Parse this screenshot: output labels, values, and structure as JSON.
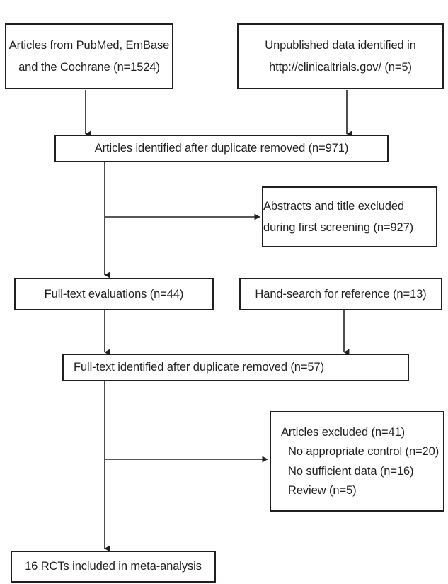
{
  "diagram": {
    "type": "prisma-flow-diagram",
    "title": "",
    "colors": {
      "box_border": "#231f20",
      "connector": "#231f20",
      "background": "#ffffff",
      "text": "#231f20"
    },
    "nodes": [
      {
        "id": "sources-databases",
        "name": "box-articles-from-databases",
        "lines": [
          "Articles from PubMed, EmBase",
          "and the Cochrane (n=1524)"
        ],
        "count": 1524,
        "align": "center"
      },
      {
        "id": "sources-unpublished",
        "name": "box-unpublished-data",
        "lines": [
          "Unpublished data identified in",
          "http://clinicaltrials.gov/ (n=5)"
        ],
        "count": 5,
        "align": "center"
      },
      {
        "id": "deduplicated-articles",
        "name": "box-articles-after-duplicate-removed",
        "lines": [
          "Articles identified after duplicate removed (n=971)"
        ],
        "count": 971,
        "align": "center"
      },
      {
        "id": "screening-excluded",
        "name": "box-abstracts-and-title-excluded",
        "lines": [
          "Abstracts and title excluded",
          "during first screening (n=927)"
        ],
        "count": 927,
        "align": "left"
      },
      {
        "id": "fulltext-evaluations",
        "name": "box-full-text-evaluations",
        "lines": [
          "Full-text evaluations (n=44)"
        ],
        "count": 44,
        "align": "center"
      },
      {
        "id": "hand-search",
        "name": "box-hand-search-for-reference",
        "lines": [
          "Hand-search for reference (n=13)"
        ],
        "count": 13,
        "align": "center"
      },
      {
        "id": "fulltext-deduplicated",
        "name": "box-full-text-after-duplicate-removed",
        "lines": [
          "Full-text identified after duplicate removed (n=57)"
        ],
        "count": 57,
        "align": "left"
      },
      {
        "id": "articles-excluded",
        "name": "box-articles-excluded",
        "lines": [
          "Articles excluded (n=41)",
          "No appropriate control (n=20)",
          "No sufficient data (n=16)",
          "Review (n=5)"
        ],
        "count": 41,
        "align": "left",
        "sub_reasons": [
          {
            "label": "No appropriate control (n=20)",
            "count": 20
          },
          {
            "label": "No sufficient data (n=16)",
            "count": 16
          },
          {
            "label": "Review (n=5)",
            "count": 5
          }
        ]
      },
      {
        "id": "included",
        "name": "box-rcts-included-in-meta-analysis",
        "lines": [
          "16 RCTs included in meta-analysis"
        ],
        "count": 16,
        "align": "center"
      }
    ],
    "edges": [
      {
        "from": "sources-databases",
        "to": "deduplicated-articles",
        "arrow": "down"
      },
      {
        "from": "sources-unpublished",
        "to": "deduplicated-articles",
        "arrow": "down"
      },
      {
        "from": "deduplicated-articles",
        "to": "screening-excluded",
        "arrow": "right"
      },
      {
        "from": "deduplicated-articles",
        "to": "fulltext-evaluations",
        "arrow": "down"
      },
      {
        "from": "fulltext-evaluations",
        "to": "fulltext-deduplicated",
        "arrow": "down"
      },
      {
        "from": "hand-search",
        "to": "fulltext-deduplicated",
        "arrow": "down"
      },
      {
        "from": "fulltext-deduplicated",
        "to": "articles-excluded",
        "arrow": "right"
      },
      {
        "from": "fulltext-deduplicated",
        "to": "included",
        "arrow": "down"
      }
    ]
  }
}
